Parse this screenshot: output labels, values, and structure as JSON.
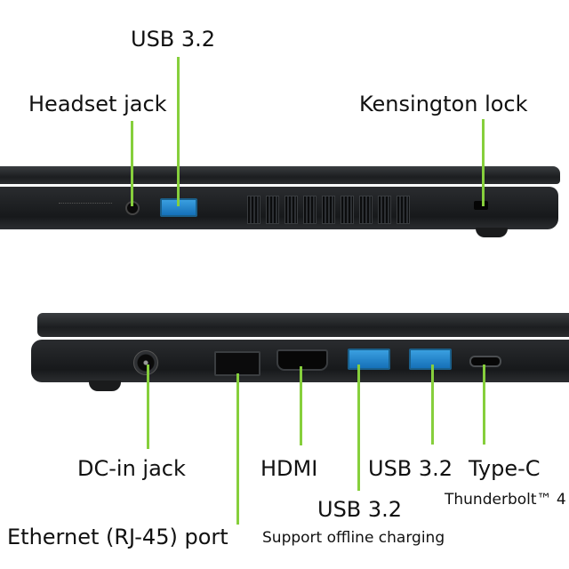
{
  "accent_color": "#86cf3c",
  "top_view": {
    "labels": {
      "usb_top": "USB 3.2",
      "headset": "Headset jack",
      "kensington": "Kensington lock"
    }
  },
  "bottom_view": {
    "labels": {
      "dc_in": "DC-in jack",
      "hdmi": "HDMI",
      "usb_right": "USB 3.2",
      "type_c": "Type-C",
      "type_c_sub": "Thunderbolt™ 4",
      "usb_left": "USB 3.2",
      "usb_left_sub": "Support offline charging",
      "ethernet": "Ethernet (RJ-45) port"
    }
  }
}
